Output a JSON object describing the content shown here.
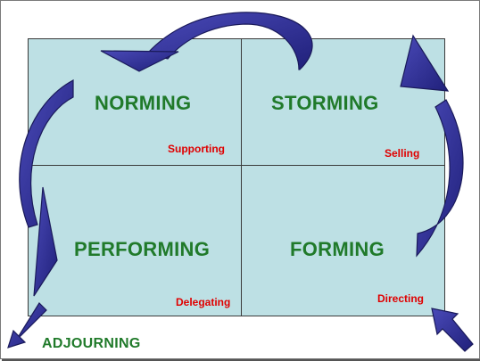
{
  "stages": {
    "norming": "NORMING",
    "storming": "STORMING",
    "performing": "PERFORMING",
    "forming": "FORMING",
    "adjourning": "ADJOURNING"
  },
  "leadership": {
    "norming": "Supporting",
    "storming": "Selling",
    "performing": "Delegating",
    "forming": "Directing"
  },
  "colors": {
    "cell_fill": "#bde0e4",
    "stage_text": "#207a2a",
    "style_text": "#e00000",
    "arrow_fill": "#2a2a8a"
  }
}
